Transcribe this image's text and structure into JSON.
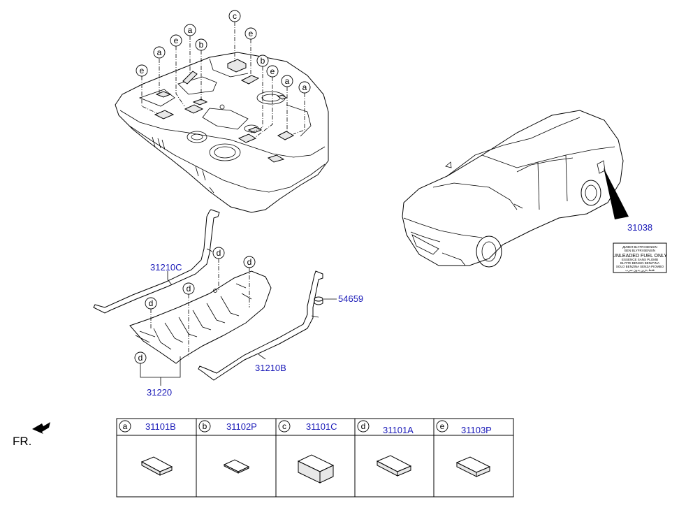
{
  "callouts": {
    "a": "a",
    "b": "b",
    "c": "c",
    "d": "d",
    "e": "e"
  },
  "part_numbers": {
    "strap_left": "31210C",
    "strap_right": "31210B",
    "under_pad": "31220",
    "grommet": "54659",
    "fuel_label": "31038"
  },
  "fuel_label_lines": [
    "ДИЗЕЛ  BLYFRI BENSIN",
    "BEN  BLYFRI BENSIN",
    "UNLEADED FUEL ONLY",
    "ESSENCE SANS PLOMB",
    "BLYFRI BENSIN BENZYNA",
    "SOLO BENZINA SENZA PIOMBO",
    "فقط بنزین بدون سرب"
  ],
  "direction_label": "FR.",
  "legend": [
    {
      "letter": "a",
      "part": "31101B",
      "shape": "flat-pad"
    },
    {
      "letter": "b",
      "part": "31102P",
      "shape": "thin-pad"
    },
    {
      "letter": "c",
      "part": "31101C",
      "shape": "thick-block"
    },
    {
      "letter": "d",
      "part": "31101A",
      "shape": "flat-pad"
    },
    {
      "letter": "e",
      "part": "31103P",
      "shape": "flat-pad"
    }
  ],
  "colors": {
    "part_number": "#1a1ab8",
    "line": "#000000"
  }
}
